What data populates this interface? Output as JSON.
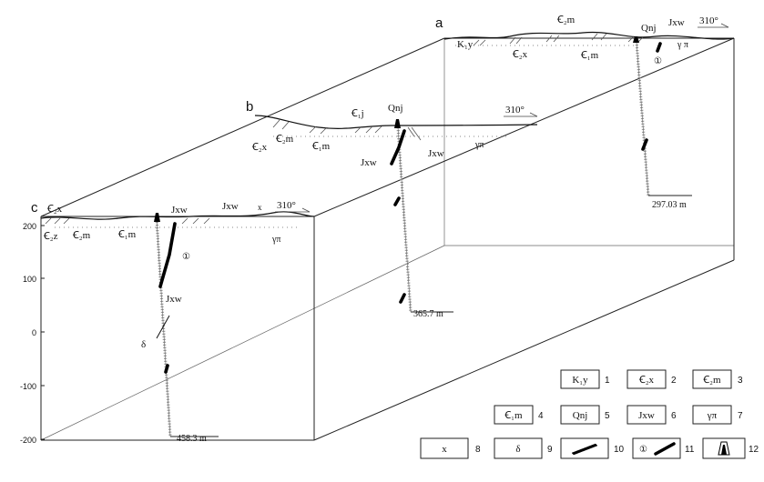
{
  "sections": {
    "a": {
      "letter": "a",
      "orientation": "310°",
      "units": [
        "K₁y",
        "Ꞓ₂m",
        "Ꞓ₂x",
        "Ꞓ₁m",
        "Qnj",
        "Jxw",
        "γ π",
        "①"
      ],
      "hole_depth": "297.03 m"
    },
    "b": {
      "letter": "b",
      "orientation": "310°",
      "units": [
        "Ꞓ₁j",
        "Qnj",
        "Ꞓ₂x",
        "Ꞓ₂m",
        "Ꞓ₁m",
        "Jxw",
        "Jxw",
        "γπ"
      ],
      "hole_depth": "365.7 m"
    },
    "c": {
      "letter": "c",
      "orientation": "310°",
      "units": [
        "Ꞓ₂x",
        "Jxw",
        "Jxw",
        "x",
        "Ꞓ₂z",
        "Ꞓ₂m",
        "Ꞓ₁m",
        "①",
        "γπ",
        "Jxw",
        "δ"
      ],
      "hole_depth": "458.3 m"
    }
  },
  "elevation_axis": [
    "200",
    "100",
    "0",
    "-100",
    "-200"
  ],
  "legend": [
    {
      "symbol": "K₁y",
      "num": "1"
    },
    {
      "symbol": "Ꞓ₂x",
      "num": "2"
    },
    {
      "symbol": "Ꞓ₂m",
      "num": "3"
    },
    {
      "symbol": "Ꞓ₁m",
      "num": "4"
    },
    {
      "symbol": "Qnj",
      "num": "5"
    },
    {
      "symbol": "Jxw",
      "num": "6"
    },
    {
      "symbol": "γπ",
      "num": "7"
    },
    {
      "symbol": "x",
      "num": "8"
    },
    {
      "symbol": "δ",
      "num": "9"
    },
    {
      "symbol": "",
      "num": "10",
      "icon": "ore-lens-icon"
    },
    {
      "symbol": "①",
      "num": "11",
      "icon": "numbered-orebody-icon"
    },
    {
      "symbol": "",
      "num": "12",
      "icon": "drill-collar-icon"
    }
  ]
}
